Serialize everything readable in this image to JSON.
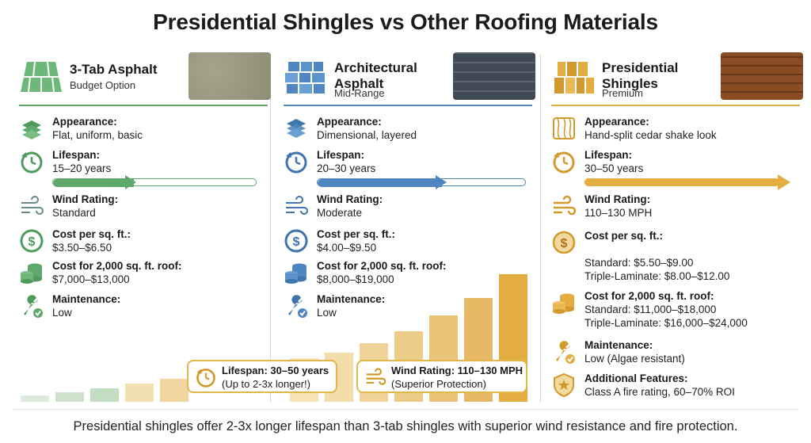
{
  "title": "Presidential Shingles vs Other Roofing Materials",
  "colors": {
    "green": "#5ea86a",
    "blue": "#4f86c0",
    "gold": "#e3ad3f",
    "text": "#1a1a1a"
  },
  "columns": [
    {
      "name": "3-Tab Asphalt",
      "tier": "Budget Option",
      "accent": "#5ea86a",
      "header_icon": "flat-shingle-icon",
      "swatch": "#9a9a82",
      "rows": {
        "appearance": {
          "label": "Appearance:",
          "value": "Flat, uniform, basic",
          "icon": "layers-flat-icon"
        },
        "lifespan": {
          "label": "Lifespan:",
          "value": "15–20 years",
          "icon": "clock-icon"
        },
        "wind": {
          "label": "Wind Rating:",
          "value": "Standard",
          "icon": "wind-icon"
        },
        "cost_sqft": {
          "label": "Cost per sq. ft.:",
          "value": "$3.50–$6.50",
          "icon": "dollar-icon"
        },
        "cost_roof": {
          "label": "Cost for 2,000 sq. ft. roof:",
          "value": "$7,000–$13,000",
          "icon": "coins-icon"
        },
        "maintenance": {
          "label": "Maintenance:",
          "value": "Low",
          "icon": "wrench-check-icon"
        }
      }
    },
    {
      "name": "Architectural",
      "name2": "Asphalt",
      "tier": "Mid-Range",
      "accent": "#4f86c0",
      "header_icon": "architectural-shingle-icon",
      "swatch": "#4e5a66",
      "rows": {
        "appearance": {
          "label": "Appearance:",
          "value": "Dimensional, layered",
          "icon": "layers-icon"
        },
        "lifespan": {
          "label": "Lifespan:",
          "value": "20–30 years",
          "icon": "clock-icon"
        },
        "wind": {
          "label": "Wind Rating:",
          "value": "Moderate",
          "icon": "wind-icon"
        },
        "cost_sqft": {
          "label": "Cost per sq. ft.:",
          "value": "$4.00–$9.50",
          "icon": "dollar-icon"
        },
        "cost_roof": {
          "label": "Cost for 2,000 sq. ft. roof:",
          "value": "$8,000–$19,000",
          "icon": "coins-icon"
        },
        "maintenance": {
          "label": "Maintenance:",
          "value": "Low",
          "icon": "wrench-check-icon"
        }
      }
    },
    {
      "name": "Presidential",
      "name2": "Shingles",
      "tier": "Premium",
      "accent": "#e3ad3f",
      "header_icon": "cedar-shake-icon",
      "swatch": "#9a5a2e",
      "rows": {
        "appearance": {
          "label": "Appearance:",
          "value": "Hand-split cedar shake look",
          "icon": "wood-grain-icon"
        },
        "lifespan": {
          "label": "Lifespan:",
          "value": "30–50 years",
          "icon": "clock-icon"
        },
        "wind": {
          "label": "Wind Rating:",
          "value": "110–130 MPH",
          "icon": "wind-icon"
        },
        "cost_sqft": {
          "label": "Cost per sq. ft.:",
          "value": "Standard: $5.50–$9.00",
          "value2": "Triple-Laminate: $8.00–$12.00",
          "icon": "dollar-icon"
        },
        "cost_roof": {
          "label": "Cost for 2,000 sq. ft. roof:",
          "value": "Standard: $11,000–$18,000",
          "value2": "Triple-Laminate: $16,000–$24,000",
          "icon": "coins-icon"
        },
        "maintenance": {
          "label": "Maintenance:",
          "value": "Low (Algae resistant)",
          "icon": "wrench-check-icon"
        },
        "features": {
          "label": "Additional Features:",
          "value": "Class A fire rating, 60–70% ROI",
          "icon": "shield-star-icon"
        }
      }
    }
  ],
  "lifespan_bars": {
    "fraction_1": 0.4,
    "fraction_2": 0.6,
    "fraction_3": 1.0
  },
  "callouts": {
    "lifespan": {
      "line1": "Lifespan: 30–50 years",
      "line2": "(Up to 2-3x longer!)"
    },
    "wind": {
      "line1": "Wind Rating: 110–130 MPH",
      "line2": "(Superior Protection)"
    }
  },
  "footer": "Presidential shingles offer 2-3x longer lifespan than 3-tab shingles with superior wind resistance and fire protection."
}
